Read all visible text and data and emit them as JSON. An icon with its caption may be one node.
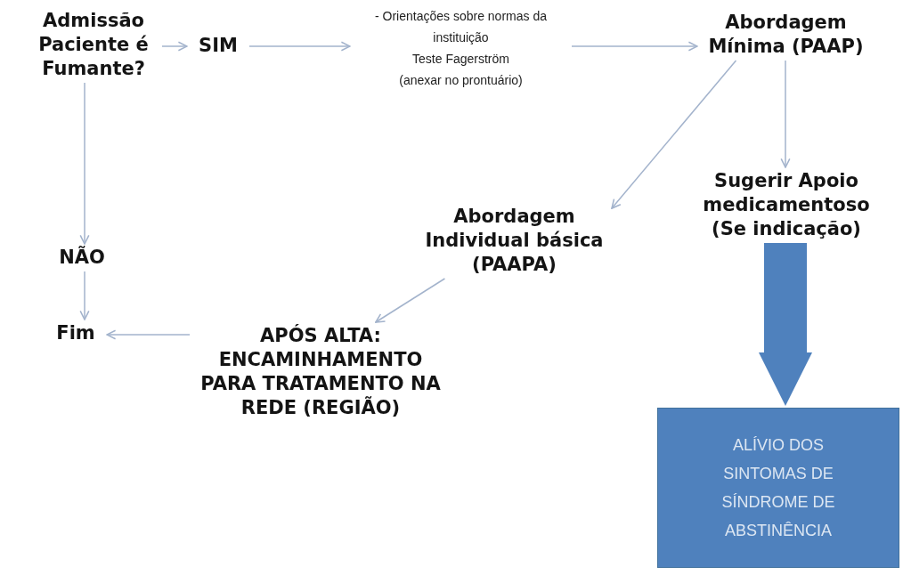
{
  "diagram": {
    "nodes": [
      {
        "text": [
          "Admissão Paciente é Fumante?"
        ]
      },
      {
        "text": [
          "SIM"
        ]
      },
      {
        "text": [
          "- Orientações sobre normas da instituição",
          "Teste Fagerström",
          "(anexar no prontuário)"
        ]
      },
      {
        "text": [
          "Abordagem Mínima (PAAP)"
        ]
      },
      {
        "text": [
          "Abordagem Individual básica (PAAPA)"
        ]
      },
      {
        "text": [
          "Sugerir Apoio medicamentoso (Se indicação)"
        ]
      },
      {
        "text": [
          "NÃO"
        ]
      },
      {
        "text": [
          "Fim"
        ]
      },
      {
        "text": [
          "APÓS ALTA: ENCAMINHAMENTO PARA TRATAMENTO NA REDE (REGIÃO)"
        ]
      },
      {
        "text": [
          "ALÍVIO DOS SINTOMAS DE SÍNDROME DE ABSTINÊNCIA"
        ]
      }
    ],
    "edges": [
      {
        "from": 0,
        "to": 1,
        "arrow": "to"
      },
      {
        "from": 1,
        "to": 2,
        "arrow": "to"
      },
      {
        "from": 2,
        "to": 3,
        "arrow": "to"
      },
      {
        "from": 0,
        "to": 6,
        "arrow": "to"
      },
      {
        "from": 6,
        "to": 7,
        "arrow": "to"
      },
      {
        "from": 3,
        "to": 4,
        "arrow": "to"
      },
      {
        "from": 3,
        "to": 5,
        "arrow": "to"
      },
      {
        "from": 4,
        "to": 8,
        "arrow": "to"
      },
      {
        "from": 8,
        "to": 7,
        "arrow": "to"
      },
      {
        "from": 5,
        "to": 9,
        "arrow": "to",
        "style": "thick",
        "color": "#4f81bd"
      }
    ]
  }
}
